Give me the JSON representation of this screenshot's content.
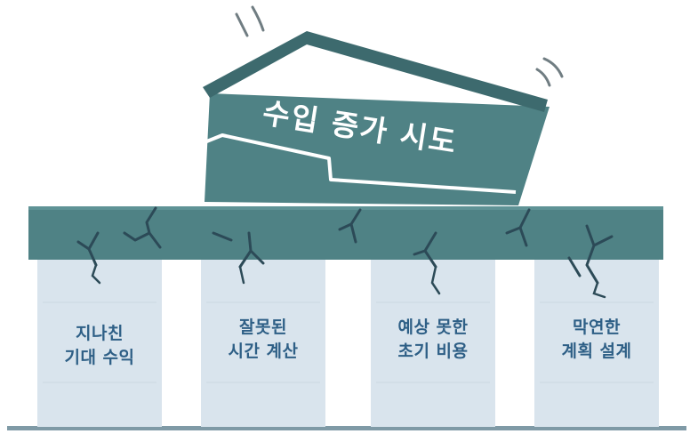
{
  "house": {
    "title": "수입 증가 시도"
  },
  "pillars": [
    {
      "line1": "지나친",
      "line2": "기대 수익"
    },
    {
      "line1": "잘못된",
      "line2": "시간 계산"
    },
    {
      "line1": "예상 못한",
      "line2": "초기 비용"
    },
    {
      "line1": "막연한",
      "line2": "계획 설계"
    }
  ],
  "colors": {
    "teal": "#4f8285",
    "teal_dark": "#3a6a6e",
    "roof": "#3d6a6e",
    "pillar": "#d9e4ed",
    "text": "#2e5f86",
    "crack": "#2c4a57"
  }
}
